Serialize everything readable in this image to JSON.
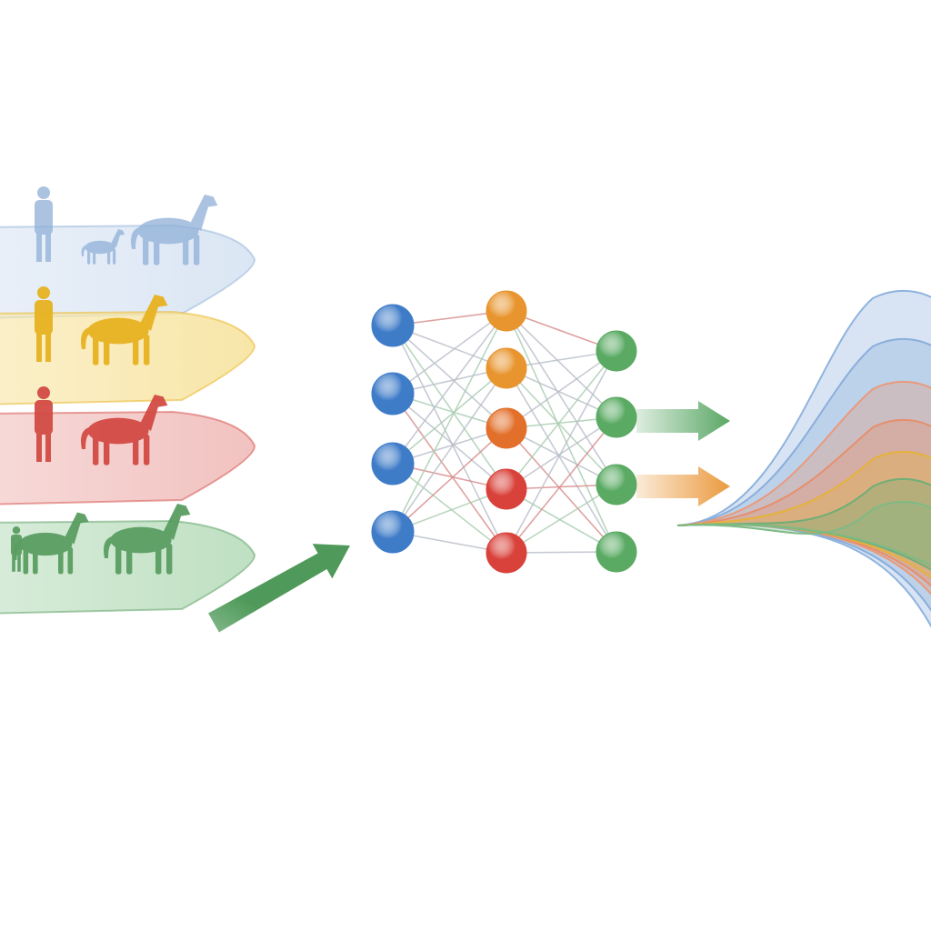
{
  "diagram": {
    "datasets": [
      {
        "name": "blue",
        "color": "#8fb0d8",
        "fill": "#dbe6f4",
        "figures": [
          "person",
          "small-dog",
          "horse"
        ]
      },
      {
        "name": "yellow",
        "color": "#e8b321",
        "fill": "#f8e6a8",
        "figures": [
          "person",
          "horse"
        ]
      },
      {
        "name": "red",
        "color": "#d34b45",
        "fill": "#f1c2c0",
        "figures": [
          "person",
          "horse"
        ]
      },
      {
        "name": "green",
        "color": "#5a9e62",
        "fill": "#bfe0c2",
        "figures": [
          "small-person",
          "centaur",
          "horse"
        ]
      }
    ],
    "arrow_colors": [
      "#3f6fb8",
      "#e58a30",
      "#d4403c",
      "#4f9a5a"
    ],
    "network": {
      "layers": [
        {
          "nodes": 4,
          "colors": [
            "#3f7cc8",
            "#3f7cc8",
            "#3f7cc8",
            "#3f7cc8"
          ]
        },
        {
          "nodes": 5,
          "colors": [
            "#e8952f",
            "#e8952f",
            "#e26f2a",
            "#d9423a",
            "#d9423a"
          ]
        },
        {
          "nodes": 4,
          "colors": [
            "#5aaa63",
            "#5aaa63",
            "#5aaa63",
            "#5aaa63"
          ]
        }
      ]
    },
    "output_arrows": [
      "#5aa765",
      "#ea9a3e"
    ],
    "distribution_curves": [
      "#8fb3de",
      "#8aaedb",
      "#e99a7c",
      "#e58f6d",
      "#e5b23a",
      "#6fae75",
      "#7dba84"
    ]
  }
}
